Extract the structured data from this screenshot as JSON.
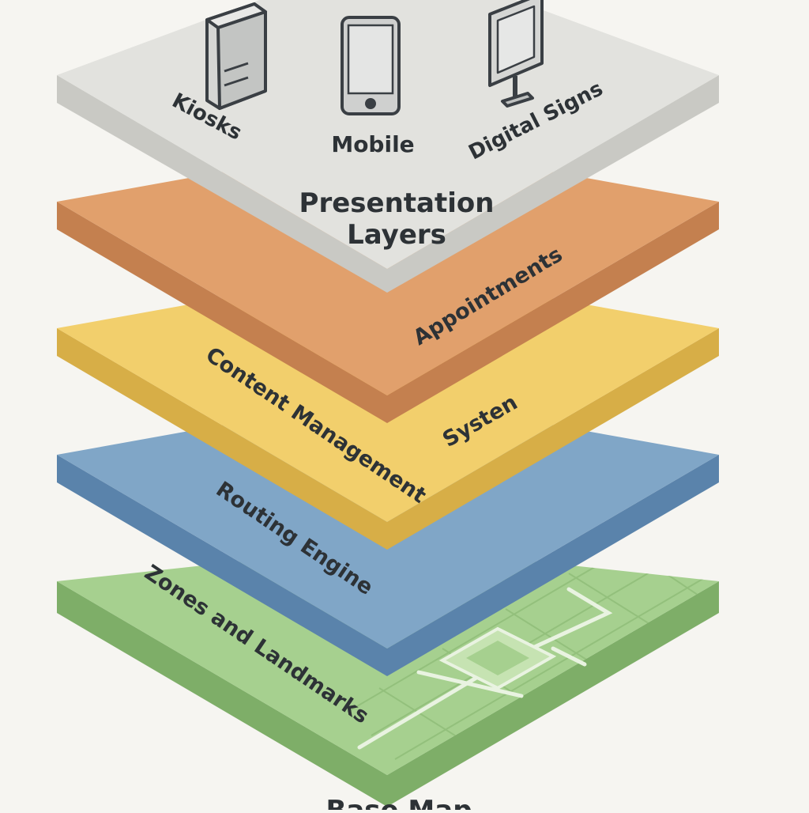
{
  "layers": {
    "presentation": {
      "title_line1": "Presentation",
      "title_line2": "Layers",
      "devices": {
        "kiosks": "Kiosks",
        "mobile": "Mobile",
        "digital_signs": "Digital Signs"
      }
    },
    "appointments": {
      "label": "Appointments"
    },
    "cms": {
      "label_line1": "Content Management",
      "label_line2": "Systen"
    },
    "routing": {
      "label": "Routing Engine"
    },
    "base_map": {
      "label": "Zones and Landmarks",
      "caption": "Base Map"
    }
  },
  "colors": {
    "background": "#f6f5f1",
    "presentation_top": "#e2e2de",
    "presentation_side": "#c9c9c4",
    "appointments_top": "#e1a06c",
    "appointments_side": "#c4804f",
    "cms_top": "#f2cf6c",
    "cms_side": "#d7ae47",
    "routing_top": "#80a6c7",
    "routing_side": "#5a83ab",
    "base_top": "#a6d08f",
    "base_side": "#7eae68",
    "text": "#2d3236"
  }
}
